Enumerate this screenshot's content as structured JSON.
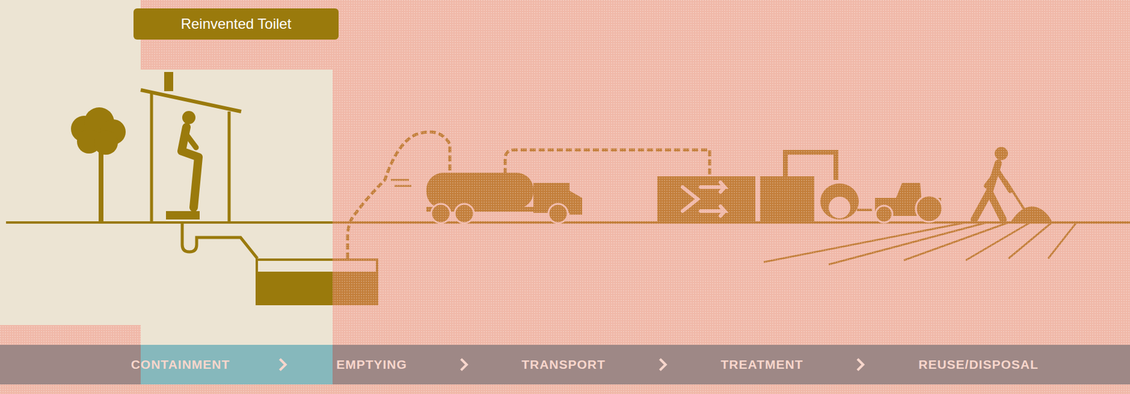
{
  "diagram": {
    "nodes": [
      {
        "text": [
          "Reinvented Toilet"
        ]
      },
      {
        "text": [
          "CONTAINMENT"
        ]
      },
      {
        "text": [
          "EMPTYING"
        ]
      },
      {
        "text": [
          "TRANSPORT"
        ]
      },
      {
        "text": [
          "TREATMENT"
        ]
      },
      {
        "text": [
          "REUSE/DISPOSAL"
        ]
      }
    ],
    "edges": [
      {
        "from": 1,
        "to": 2,
        "arrow": "to"
      },
      {
        "from": 2,
        "to": 3,
        "arrow": "to"
      },
      {
        "from": 3,
        "to": 4,
        "arrow": "to"
      },
      {
        "from": 4,
        "to": 5,
        "arrow": "to"
      }
    ]
  }
}
